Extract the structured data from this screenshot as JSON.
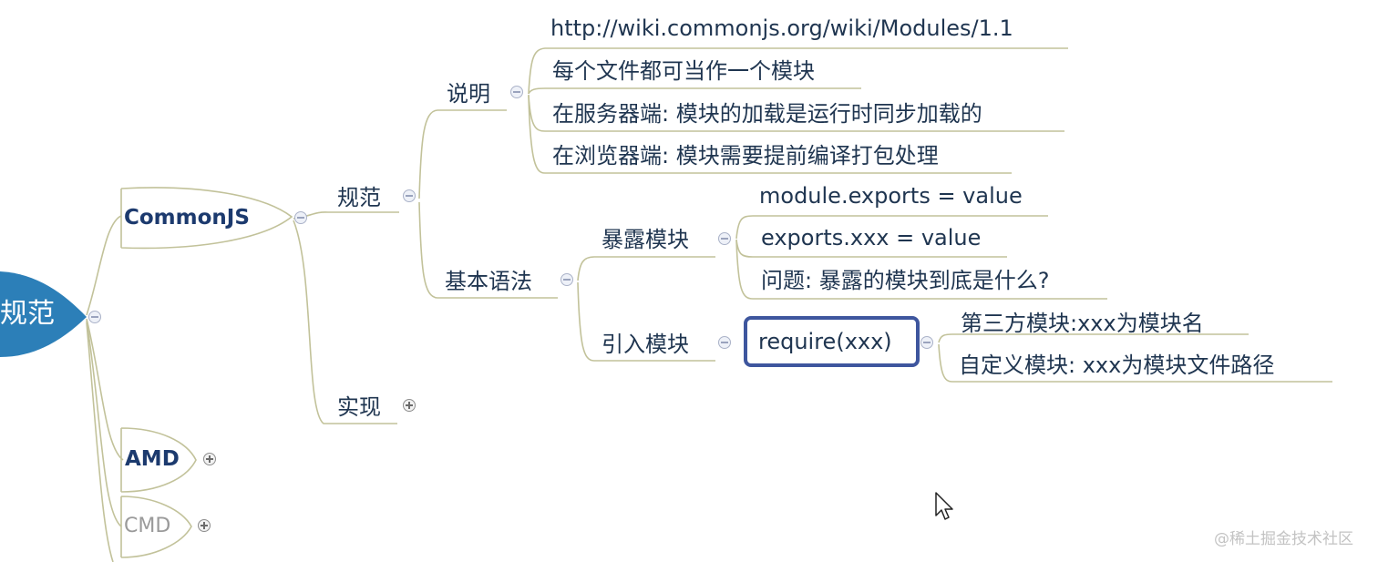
{
  "root": {
    "label": "规范"
  },
  "nodes": {
    "commonjs": "CommonJS",
    "amd": "AMD",
    "cmd": "CMD",
    "guifan": "规范",
    "shixian": "实现",
    "shuoming": "说明",
    "jibenyufa": "基本语法",
    "baolu": "暴露模块",
    "yinru": "引入模块",
    "require": "require(xxx)"
  },
  "shuoming_items": [
    "http://wiki.commonjs.org/wiki/Modules/1.1",
    "每个文件都可当作一个模块",
    "在服务器端: 模块的加载是运行时同步加载的",
    "在浏览器端: 模块需要提前编译打包处理"
  ],
  "baolu_items": [
    "module.exports = value",
    "exports.xxx = value",
    "问题: 暴露的模块到底是什么?"
  ],
  "require_items": [
    "第三方模块:xxx为模块名",
    "自定义模块: xxx为模块文件路径"
  ],
  "watermark": "@稀土掘金技术社区",
  "colors": {
    "line": "#c2c29a",
    "root": "#2c7fb8",
    "text": "#1f3550",
    "selection": "#3e569e"
  }
}
